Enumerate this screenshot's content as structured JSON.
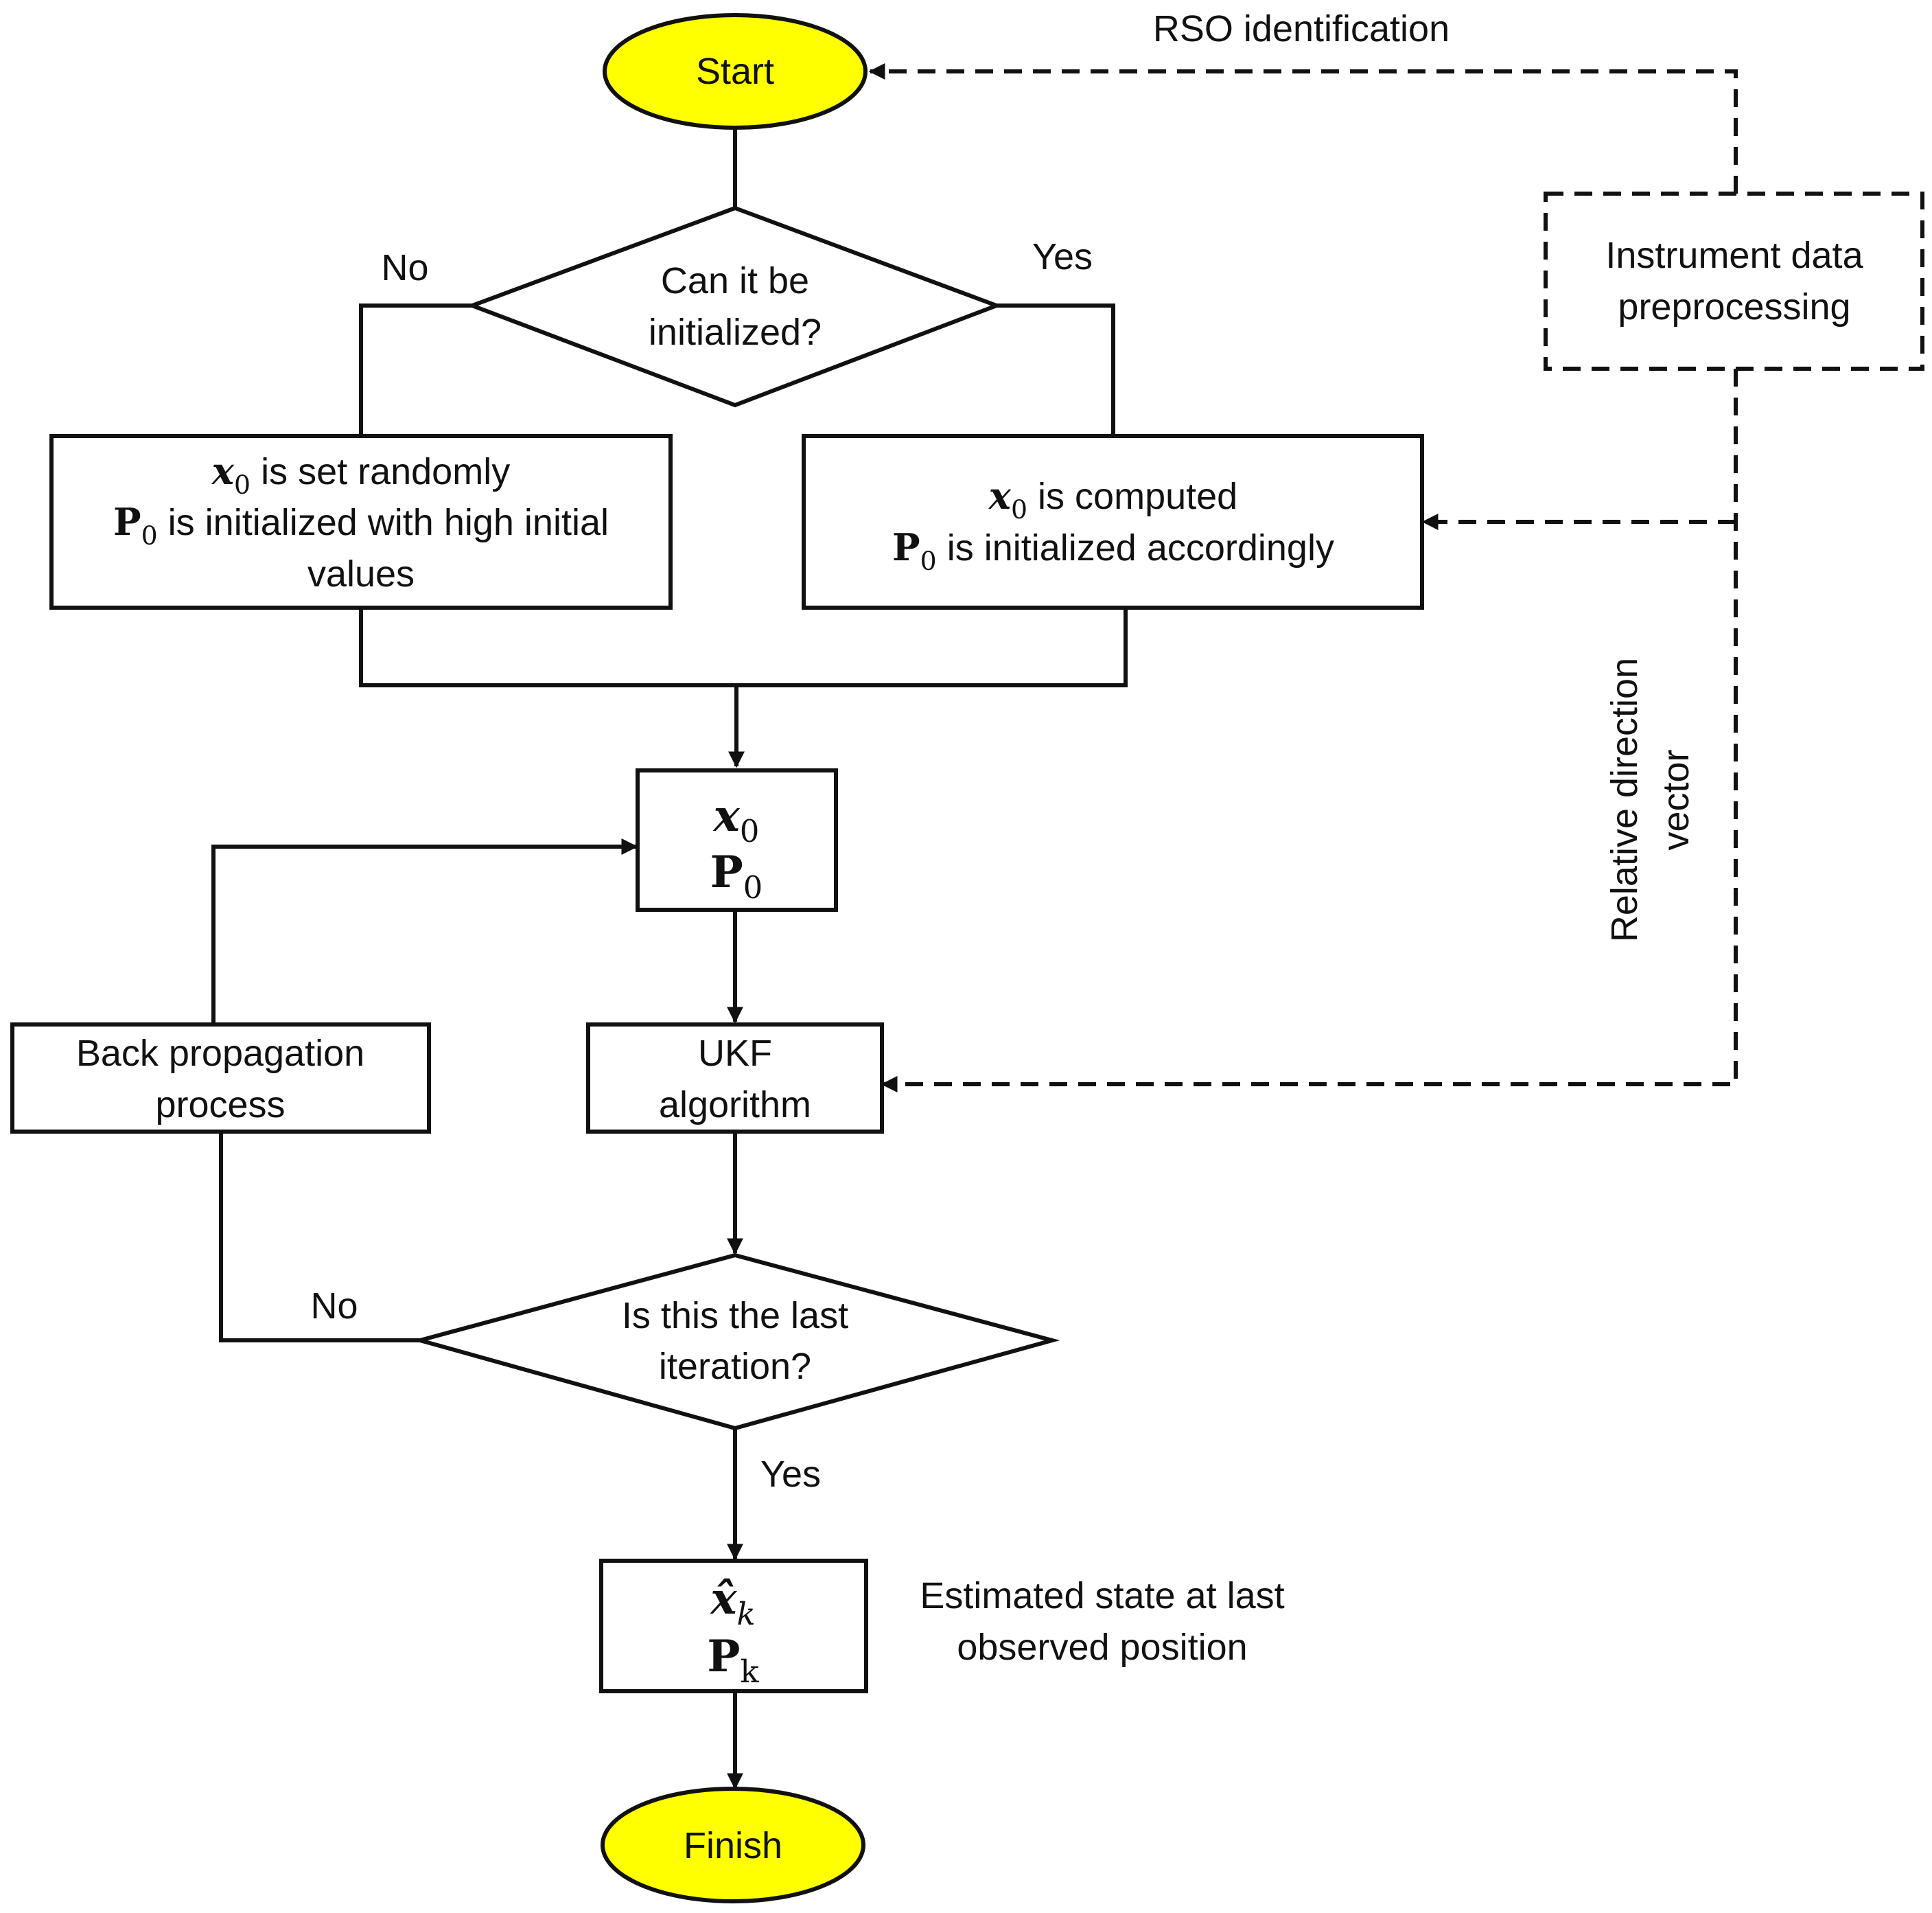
{
  "nodes": {
    "start": "Start",
    "finish": "Finish",
    "decision_init": [
      "Can it be",
      "initialized?"
    ],
    "random_init": {
      "line1": {
        "var": "x",
        "sub": "0",
        "text": " is set randomly"
      },
      "line2": {
        "var": "P",
        "sub": "0",
        "text": " is initialized with high initial"
      },
      "line3": "values"
    },
    "computed_init": {
      "line1": {
        "var": "x",
        "sub": "0",
        "text": " is computed"
      },
      "line2": {
        "var": "P",
        "sub": "0",
        "text": " is initialized accordingly"
      }
    },
    "initial_state": {
      "x": {
        "var": "x",
        "sub": "0"
      },
      "p": {
        "var": "P",
        "sub": "0"
      }
    },
    "ukf": [
      "UKF",
      "algorithm"
    ],
    "back_propagation": [
      "Back propagation",
      "process"
    ],
    "decision_last": [
      "Is this the last",
      "iteration?"
    ],
    "estimated_state": {
      "x": {
        "var": "x̂",
        "sub": "k"
      },
      "p": {
        "var": "P",
        "sub": "k"
      }
    },
    "instrument": [
      "Instrument data",
      "preprocessing"
    ]
  },
  "edge_labels": {
    "no_top": "No",
    "yes_top": "Yes",
    "no_bottom": "No",
    "yes_bottom": "Yes"
  },
  "annotations": {
    "rso": "RSO identification",
    "relative_direction": [
      "Relative direction",
      "vector"
    ],
    "estimated_state": [
      "Estimated state at last",
      "observed position"
    ]
  },
  "colors": {
    "terminal_fill": "#ffff00",
    "stroke": "#111111",
    "background": "#ffffff"
  }
}
